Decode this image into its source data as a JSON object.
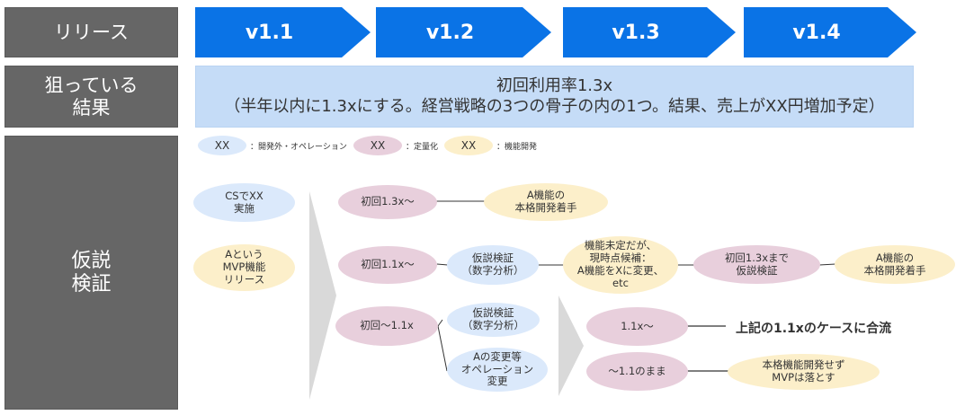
{
  "rows": {
    "release_label": "リリース",
    "goal_label": "狙っている\n結果",
    "hypothesis_label": "仮説\n検証"
  },
  "releases": [
    {
      "label": "v1.1"
    },
    {
      "label": "v1.2"
    },
    {
      "label": "v1.3"
    },
    {
      "label": "v1.4"
    }
  ],
  "goal": {
    "title": "初回利用率1.3x",
    "detail": "（半年以内に1.3xにする。経営戦略の3つの骨子の内の1つ。結果、売上がXX円増加予定）"
  },
  "legend": [
    {
      "sample": "XX",
      "label": "：開発外・オペレーション",
      "color": "#dbe9fb"
    },
    {
      "sample": "XX",
      "label": "：定量化",
      "color": "#e8cfdc"
    },
    {
      "sample": "XX",
      "label": "：機能開発",
      "color": "#fcefca"
    }
  ],
  "colors": {
    "release_blue": "#0a73e6",
    "label_gray": "#666666",
    "goal_bg": "#c5dcf7",
    "operation_blue": "#dbe9fb",
    "quantify_pink": "#e8cfdc",
    "feature_yellow": "#fcefca",
    "arrow_gray": "#d9d9d9"
  },
  "nodes": {
    "cs_xx": "CSでXX\n実施",
    "mvp_release": "Aという\nMVP機能\nリリース",
    "first_13": "初回1.3x〜",
    "full_dev_1": "A機能の\n本格開発着手",
    "first_11": "初回1.1x〜",
    "verify_numbers_1": "仮説検証\n（数字分析）",
    "feature_undecided": "機能未定だが、\n現時点候補：\nA機能をXに変更、\netc",
    "until_13": "初回1.3xまで\n仮説検証",
    "full_dev_2": "A機能の\n本格開発着手",
    "first_under_11": "初回〜1.1x",
    "verify_numbers_2": "仮説検証\n（数字分析）",
    "ops_change": "Aの変更等\nオペレーション\n変更",
    "result_11": "1.1x〜",
    "result_under_11": "〜1.1のまま",
    "drop_mvp": "本格機能開発せず\nMVPは落とす"
  },
  "merge_text": "上記の1.1xのケースに合流"
}
